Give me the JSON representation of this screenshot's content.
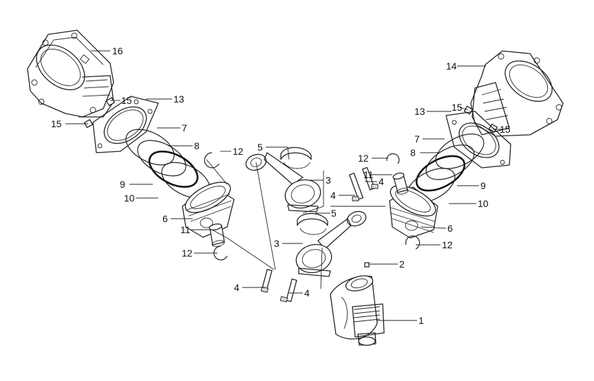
{
  "callouts": {
    "c1": "1",
    "c2": "2",
    "c3a": "3",
    "c3b": "3",
    "c4a": "4",
    "c4b": "4",
    "c4c": "4",
    "c4d": "4",
    "c5a": "5",
    "c5b": "5",
    "c6a": "6",
    "c6b": "6",
    "c7a": "7",
    "c7b": "7",
    "c8a": "8",
    "c8b": "8",
    "c9a": "9",
    "c9b": "9",
    "c10a": "10",
    "c10b": "10",
    "c11a": "11",
    "c11b": "11",
    "c12a": "12",
    "c12b": "12",
    "c12c": "12",
    "c12d": "12",
    "c13a": "13",
    "c13b": "13",
    "c14": "14",
    "c15a": "15",
    "c15b": "15",
    "c15c": "15",
    "c15d": "15",
    "c16": "16"
  }
}
